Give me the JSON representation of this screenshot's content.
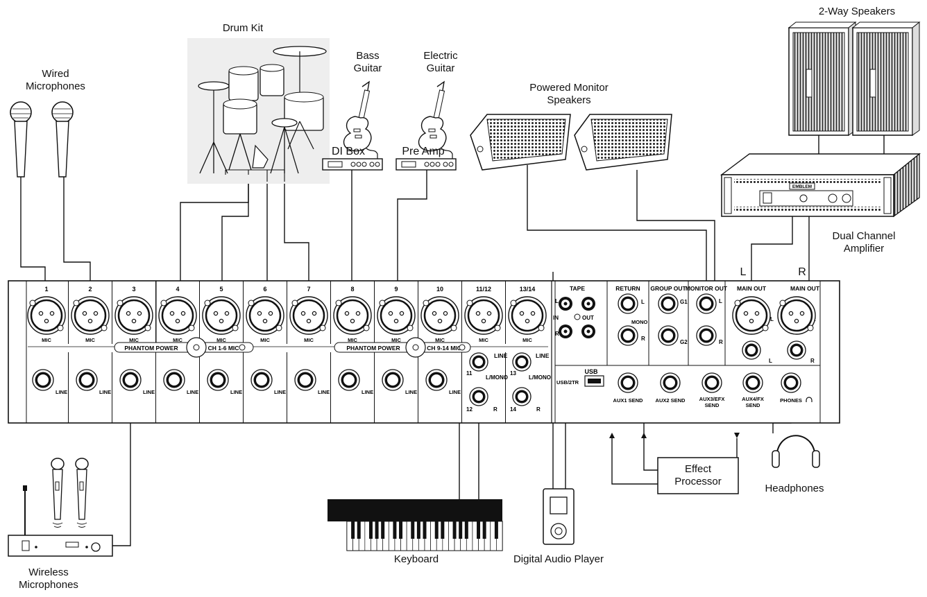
{
  "devices": {
    "wired_mics": {
      "line1": "Wired",
      "line2": "Microphones"
    },
    "drum_kit": "Drum Kit",
    "bass_guitar": {
      "line1": "Bass",
      "line2": "Guitar"
    },
    "electric_guitar": {
      "line1": "Electric",
      "line2": "Guitar"
    },
    "di_box": "DI Box",
    "pre_amp": "Pre Amp",
    "powered_monitors": {
      "line1": "Powered Monitor",
      "line2": "Speakers"
    },
    "two_way_speakers": "2-Way Speakers",
    "amplifier": {
      "line1": "Dual Channel",
      "line2": "Amplifier"
    },
    "amp_left": "L",
    "amp_right": "R",
    "wireless_mics": {
      "line1": "Wireless",
      "line2": "Microphones"
    },
    "keyboard": "Keyboard",
    "digital_audio_player": "Digital Audio Player",
    "effect_processor": {
      "line1": "Effect",
      "line2": "Processor"
    },
    "headphones": "Headphones"
  },
  "mixer": {
    "channels": [
      "1",
      "2",
      "3",
      "4",
      "5",
      "6",
      "7",
      "8",
      "9",
      "10",
      "11/12",
      "13/14"
    ],
    "mic_label": "MIC",
    "line_label": "LINE",
    "phantom_power": "PHANTOM POWER",
    "ch_1_6_mic": "CH 1-6 MIC",
    "ch_9_14_mic": "CH 9-14 MIC",
    "stereo_line": {
      "line": "LINE",
      "lmono": "L/MONO",
      "r": "R",
      "ch11": "11",
      "ch12": "12",
      "ch13": "13",
      "ch14": "14"
    },
    "tape": {
      "title": "TAPE",
      "l": "L",
      "r": "R",
      "in": "IN",
      "out": "OUT"
    },
    "usb": {
      "title": "USB",
      "label": "USB/2TR"
    },
    "return": {
      "title": "RETURN",
      "l": "L",
      "mono": "MONO",
      "r": "R"
    },
    "group_out": {
      "title": "GROUP OUT",
      "g1": "G1",
      "g2": "G2"
    },
    "monitor_out": {
      "title": "MONITOR OUT",
      "l": "L",
      "r": "R"
    },
    "main_out": {
      "title": "MAIN OUT",
      "l": "L",
      "r": "R"
    },
    "sends": [
      "AUX1 SEND",
      "AUX2 SEND",
      "AUX3/EFX",
      "AUX4/FX"
    ],
    "send_word": "SEND",
    "phones": "PHONES"
  },
  "amp_display": {
    "brand": "EMBLEM"
  }
}
